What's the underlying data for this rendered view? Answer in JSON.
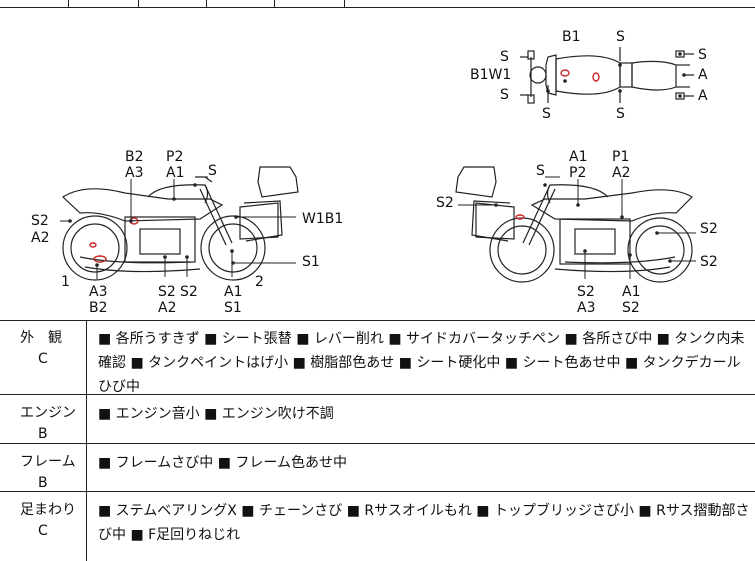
{
  "diagram": {
    "top_view": {
      "labels": [
        "B1",
        "S",
        "S",
        "S",
        "B1W1",
        "S",
        "S",
        "S",
        "S",
        "A",
        "A"
      ]
    },
    "left_view": {
      "labels": [
        "B2",
        "P2",
        "A3",
        "A1",
        "S",
        "S2",
        "A2",
        "W1B1",
        "S1",
        "1",
        "2",
        "A3",
        "B2",
        "S2",
        "A2",
        "S2",
        "A1",
        "S1"
      ]
    },
    "right_view": {
      "labels": [
        "A1",
        "P1",
        "S",
        "P2",
        "A2",
        "S2",
        "S2",
        "S2",
        "S2",
        "A3",
        "A1",
        "S2"
      ]
    }
  },
  "table": {
    "rows": [
      {
        "category": "外　観",
        "grade": "C",
        "text": "■ 各所うすきず ■ シート張替 ■ レバー削れ ■ サイドカバータッチペン ■ 各所さび中 ■ タンク内未確認 ■ タンクペイントはげ小 ■ 樹脂部色あせ ■ シート硬化中 ■ シート色あせ中 ■ タンクデカールひび中"
      },
      {
        "category": "エンジン",
        "grade": "B",
        "text": "■ エンジン音小 ■ エンジン吹け不調"
      },
      {
        "category": "フレーム",
        "grade": "B",
        "text": "■ フレームさび中 ■ フレーム色あせ中"
      },
      {
        "category": "足まわり",
        "grade": "C",
        "text": "■ ステムベアリングX ■ チェーンさび ■ Rサスオイルもれ ■ トップブリッジさび小 ■ Rサス摺動部さび中 ■ F足回りねじれ"
      }
    ]
  }
}
